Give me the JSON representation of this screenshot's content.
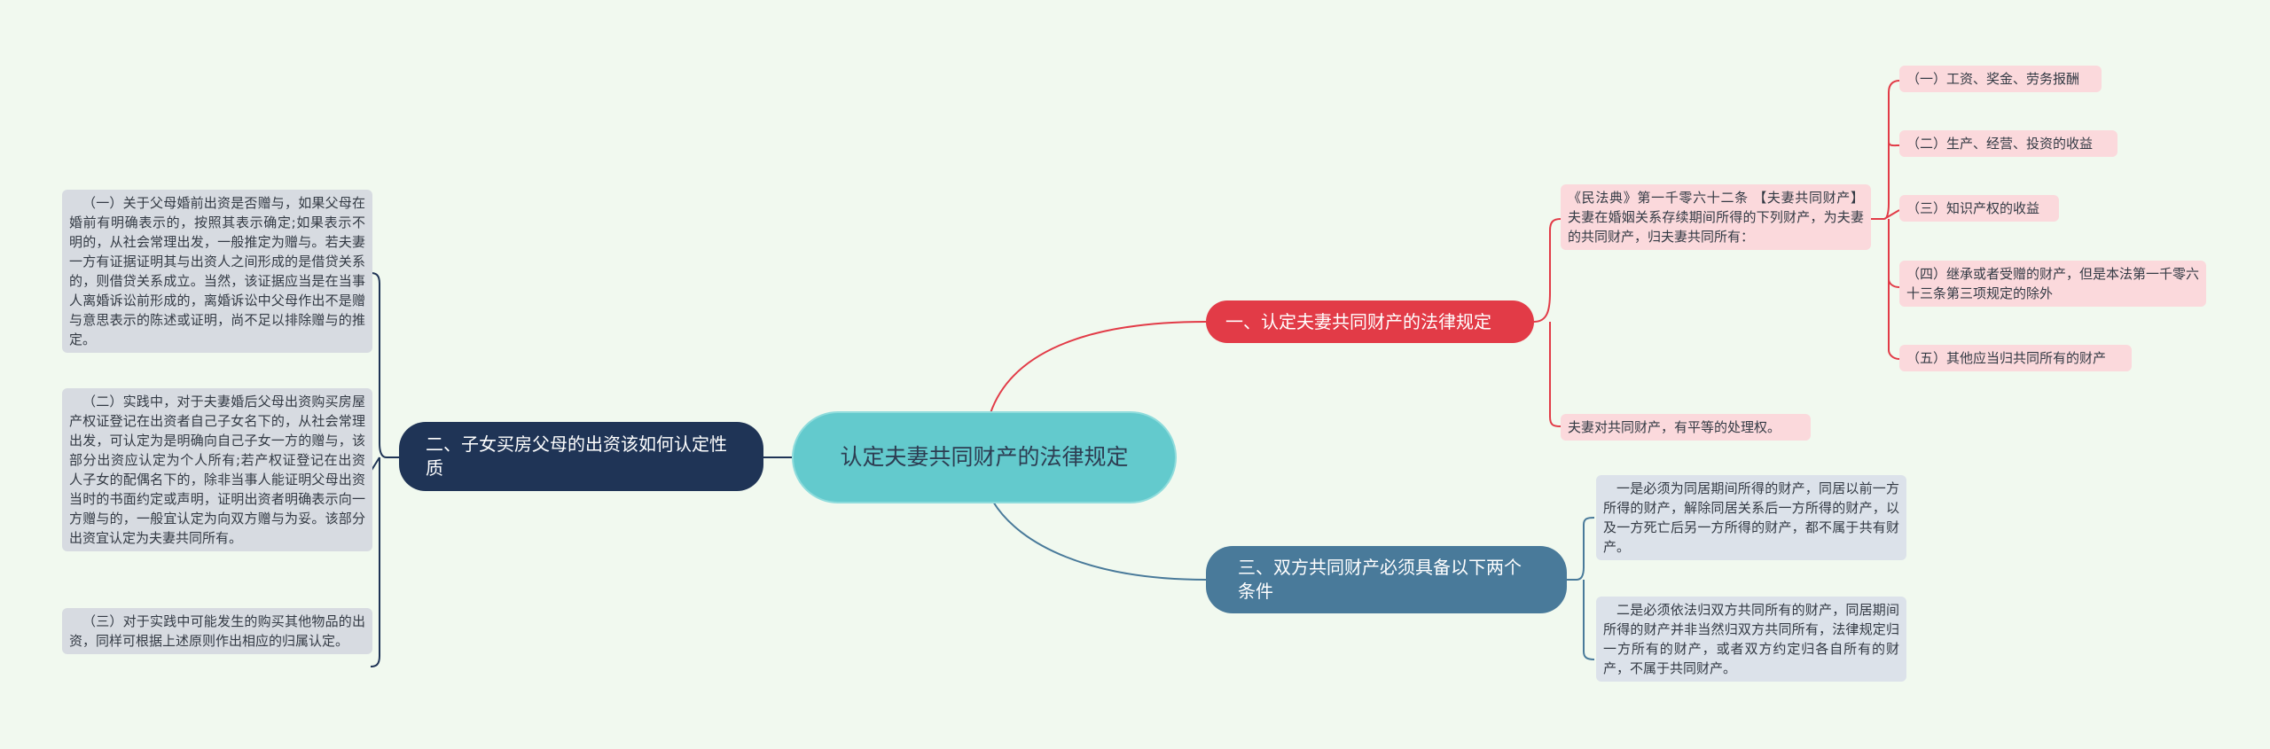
{
  "center": {
    "title": "认定夫妻共同财产的法律规定"
  },
  "branch1": {
    "label": "一、认定夫妻共同财产的法律规定",
    "statute": "《民法典》第一千零六十二条 【夫妻共同财产】夫妻在婚姻关系存续期间所得的下列财产，为夫妻的共同财产，归夫妻共同所有：",
    "items": [
      "（一）工资、奖金、劳务报酬",
      "（二）生产、经营、投资的收益",
      "（三）知识产权的收益",
      "（四）继承或者受赠的财产，但是本法第一千零六十三条第三项规定的除外",
      "（五）其他应当归共同所有的财产"
    ],
    "note": "夫妻对共同财产，有平等的处理权。"
  },
  "branch2": {
    "label": "二、子女买房父母的出资该如何认定性质",
    "items": [
      "（一）关于父母婚前出资是否赠与，如果父母在婚前有明确表示的，按照其表示确定;如果表示不明的，从社会常理出发，一般推定为赠与。若夫妻一方有证据证明其与出资人之间形成的是借贷关系的，则借贷关系成立。当然，该证据应当是在当事人离婚诉讼前形成的，离婚诉讼中父母作出不是赠与意思表示的陈述或证明，尚不足以排除赠与的推定。",
      "（二）实践中，对于夫妻婚后父母出资购买房屋产权证登记在出资者自己子女名下的，从社会常理出发，可认定为是明确向自己子女一方的赠与，该部分出资应认定为个人所有;若产权证登记在出资人子女的配偶名下的，除非当事人能证明父母出资当时的书面约定或声明，证明出资者明确表示向一方赠与的，一般宜认定为向双方赠与为妥。该部分出资宜认定为夫妻共同所有。",
      "（三）对于实践中可能发生的购买其他物品的出资，同样可根据上述原则作出相应的归属认定。"
    ]
  },
  "branch3": {
    "label": "三、双方共同财产必须具备以下两个条件",
    "items": [
      "一是必须为同居期间所得的财产，同居以前一方所得的财产，解除同居关系后一方所得的财产，以及一方死亡后另一方所得的财产，都不属于共有财产。",
      "二是必须依法归双方共同所有的财产，同居期间所得的财产并非当然归双方共同所有，法律规定归一方所有的财产，或者双方约定归各自所有的财产，不属于共同财产。"
    ]
  },
  "colors": {
    "background": "#f1f9ef",
    "center": "#63cacd",
    "branch1": "#e23b47",
    "branch2": "#1f3456",
    "branch3": "#497a9a",
    "leaf_pink": "#fbd9dc",
    "leaf_gray": "#d7dbe1"
  }
}
